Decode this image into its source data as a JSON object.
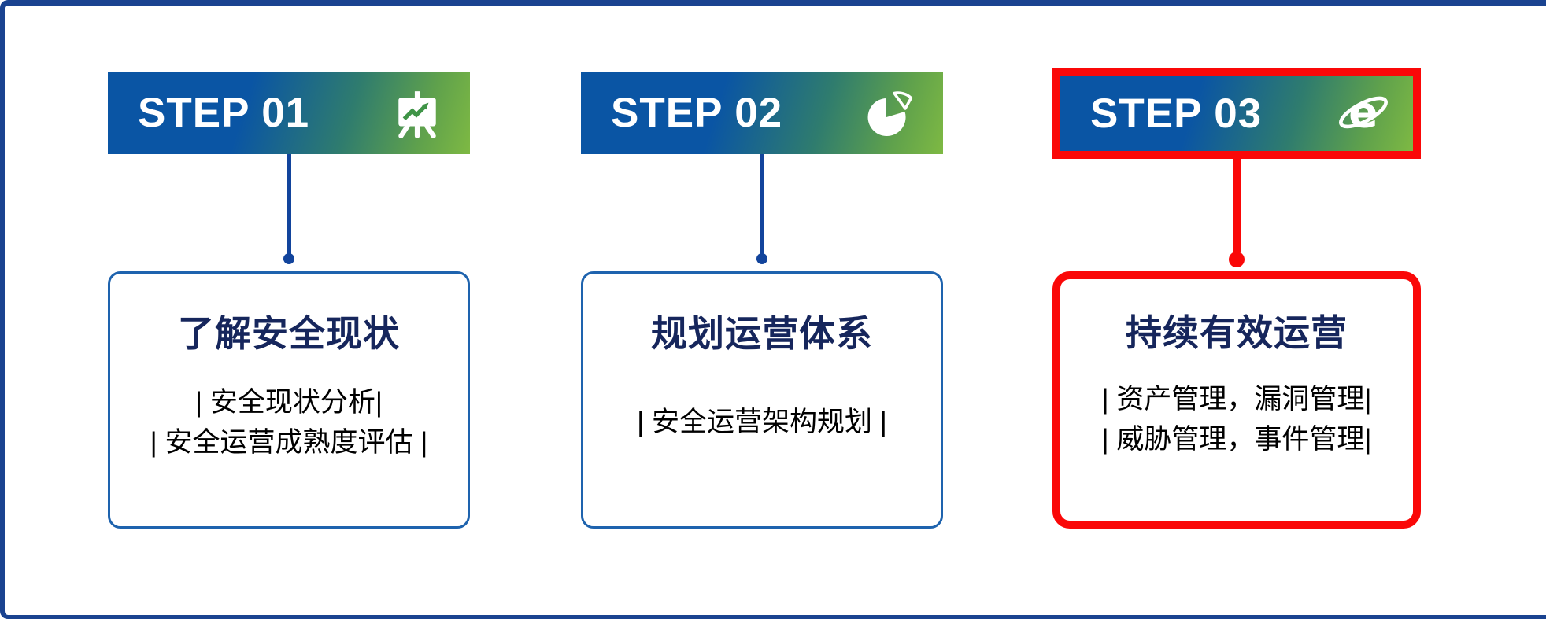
{
  "steps": [
    {
      "step_label": "STEP 01",
      "icon": "presentation-chart-icon",
      "card_title": "了解安全现状",
      "card_lines": [
        "| 安全现状分析|",
        "| 安全运营成熟度评估 |"
      ],
      "highlighted": false
    },
    {
      "step_label": "STEP 02",
      "icon": "pie-chart-icon",
      "card_title": "规划运营体系",
      "card_lines": [
        "| 安全运营架构规划 |"
      ],
      "highlighted": false
    },
    {
      "step_label": "STEP 03",
      "icon": "internet-explorer-icon",
      "card_title": "持续有效运营",
      "card_lines": [
        "| 资产管理，漏洞管理|",
        "| 威胁管理，事件管理|"
      ],
      "highlighted": true
    }
  ],
  "colors": {
    "frame_border": "#1a4390",
    "header_gradient_start": "#0a55a4",
    "header_gradient_end": "#7eb943",
    "connector_blue": "#12449c",
    "card_border_blue": "#1e63ae",
    "title_navy": "#16265c",
    "highlight_red": "#fa0808",
    "icon_green": "#3f9447"
  }
}
